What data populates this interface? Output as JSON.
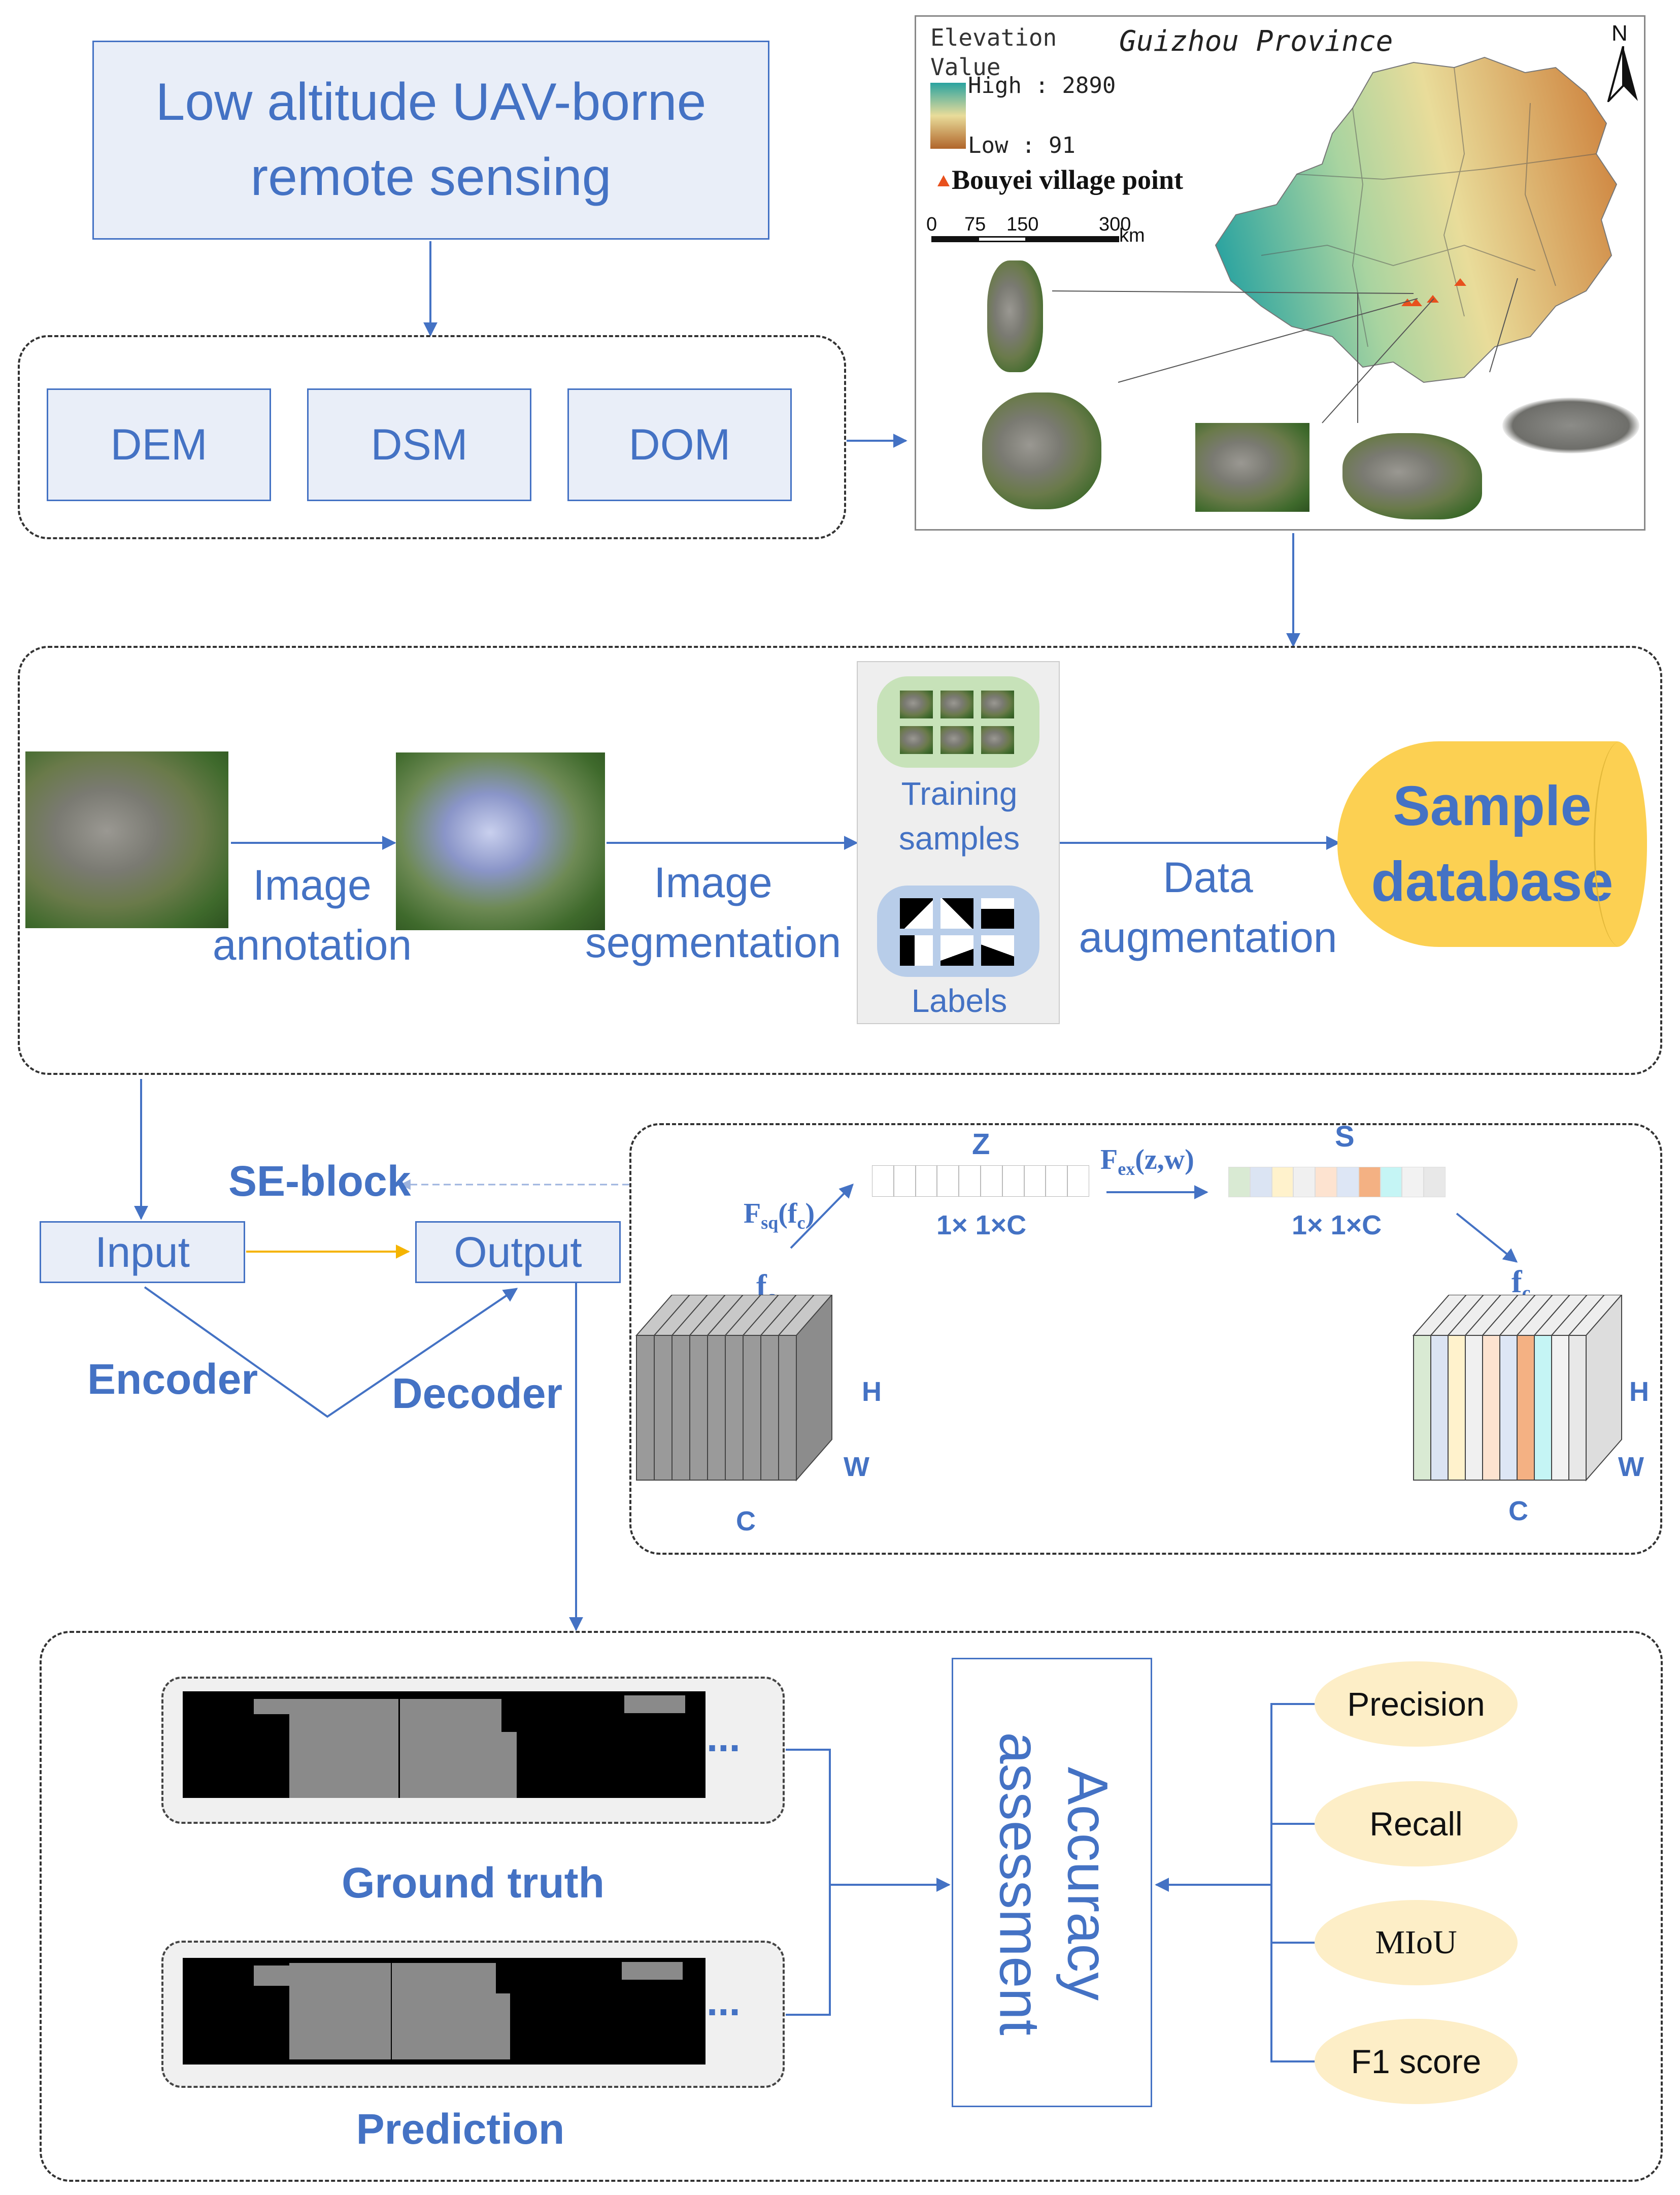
{
  "title_box": {
    "line1": "Low altitude UAV-borne",
    "line2": "remote sensing"
  },
  "products": [
    "DEM",
    "DSM",
    "DOM"
  ],
  "map": {
    "title": "Guizhou Province",
    "north": "N",
    "legend_title": "Elevation",
    "legend_value_label": "Value",
    "high_label": "High : 2890",
    "low_label": "Low : 91",
    "point_label": "Bouyei village point",
    "scale_ticks": [
      "0",
      "75",
      "150",
      "300"
    ],
    "scale_unit": "km",
    "colors": {
      "high": "#2aa3a0",
      "mid": "#e9dc9a",
      "low": "#b0652a",
      "point": "#e8501d"
    }
  },
  "pipeline": {
    "step1": {
      "line1": "Image",
      "line2": "annotation"
    },
    "step2": {
      "line1": "Image",
      "line2": "segmentation"
    },
    "training_label_1": "Training",
    "training_label_2": "samples",
    "labels_label": "Labels",
    "step3": {
      "line1": "Data",
      "line2": "augmentation"
    },
    "database": {
      "line1": "Sample",
      "line2": "database"
    }
  },
  "network": {
    "se_block": "SE-block",
    "input": "Input",
    "output": "Output",
    "encoder": "Encoder",
    "decoder": "Decoder"
  },
  "se": {
    "z_label": "Z",
    "s_label": "S",
    "fsq_main": "F",
    "fsq_sub": "sq",
    "fsq_arg": "(f",
    "fsq_arg_sub": "c",
    "fsq_close": ")",
    "fex_main": "F",
    "fex_sub": "ex",
    "fex_arg": "(z,w)",
    "dim1": "1× 1×C",
    "dim2": "1× 1×C",
    "fc_left_main": "f",
    "fc_left_sub": "c",
    "fc_right_main": "f",
    "fc_right_sub": "c",
    "h_left": "H",
    "w_left": "W",
    "c_left": "C",
    "h_right": "H",
    "w_right": "W",
    "c_right": "C",
    "channel_colors": [
      "#d9ead3",
      "#dbe4f3",
      "#fff2cc",
      "#f0f0f0",
      "#fde3d0",
      "#dde6f5",
      "#f4b183",
      "#c5f5f5",
      "#f2f2f2",
      "#e8e8e8"
    ]
  },
  "evaluation": {
    "ellipsis_1": "...",
    "ellipsis_2": "...",
    "ground_truth": "Ground truth",
    "prediction": "Prediction",
    "accuracy_line1": "Accuracy",
    "accuracy_line2": "assessment",
    "metrics": [
      "Precision",
      "Recall",
      "MIoU",
      "F1 score"
    ]
  }
}
